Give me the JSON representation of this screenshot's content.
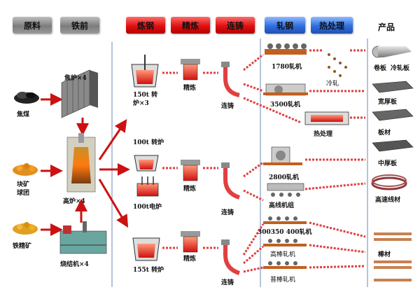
{
  "header": {
    "stages": [
      {
        "label": "原料",
        "color": "gray"
      },
      {
        "label": "铁前",
        "color": "gray"
      },
      {
        "label": "炼钢",
        "color": "red"
      },
      {
        "label": "精炼",
        "color": "red"
      },
      {
        "label": "连铸",
        "color": "red"
      },
      {
        "label": "轧钢",
        "color": "blue"
      },
      {
        "label": "热处理",
        "color": "blue"
      }
    ],
    "products_title": "产品"
  },
  "raw_materials": {
    "coal": "焦煤",
    "pellet_1": "块矿",
    "pellet_2": "球团",
    "iron_ore": "铁精矿"
  },
  "iron_making": {
    "coke_oven": "焦炉×4",
    "blast_furnace": "高炉×4",
    "sinter": "烧结机×4"
  },
  "steel_making": {
    "converter_150": "150t 转",
    "converter_150_2": "炉×3",
    "converter_100": "100t 转炉",
    "eaf_100": "100t电炉",
    "converter_155": "155t 转炉"
  },
  "refining": {
    "r1": "精炼",
    "r2": "精炼",
    "r3": "精炼"
  },
  "casting": {
    "c1": "连铸",
    "c2": "连铸",
    "c3": "连铸"
  },
  "rolling": {
    "m1780": "1780轧机",
    "m3500": "3500轧机",
    "cold": "冷轧",
    "heat": "热处理",
    "m2800": "2800轧机",
    "wire": "高线机组",
    "m300": "300350 400轧机",
    "bar_high": "高棒轧机",
    "bar_common": "普棒轧机"
  },
  "products": {
    "p1a": "卷板",
    "p1b": "冷轧板",
    "p2": "宽厚板",
    "p3": "板材",
    "p4": "中厚板",
    "p5": "高速线材",
    "p6": "棒材"
  }
}
